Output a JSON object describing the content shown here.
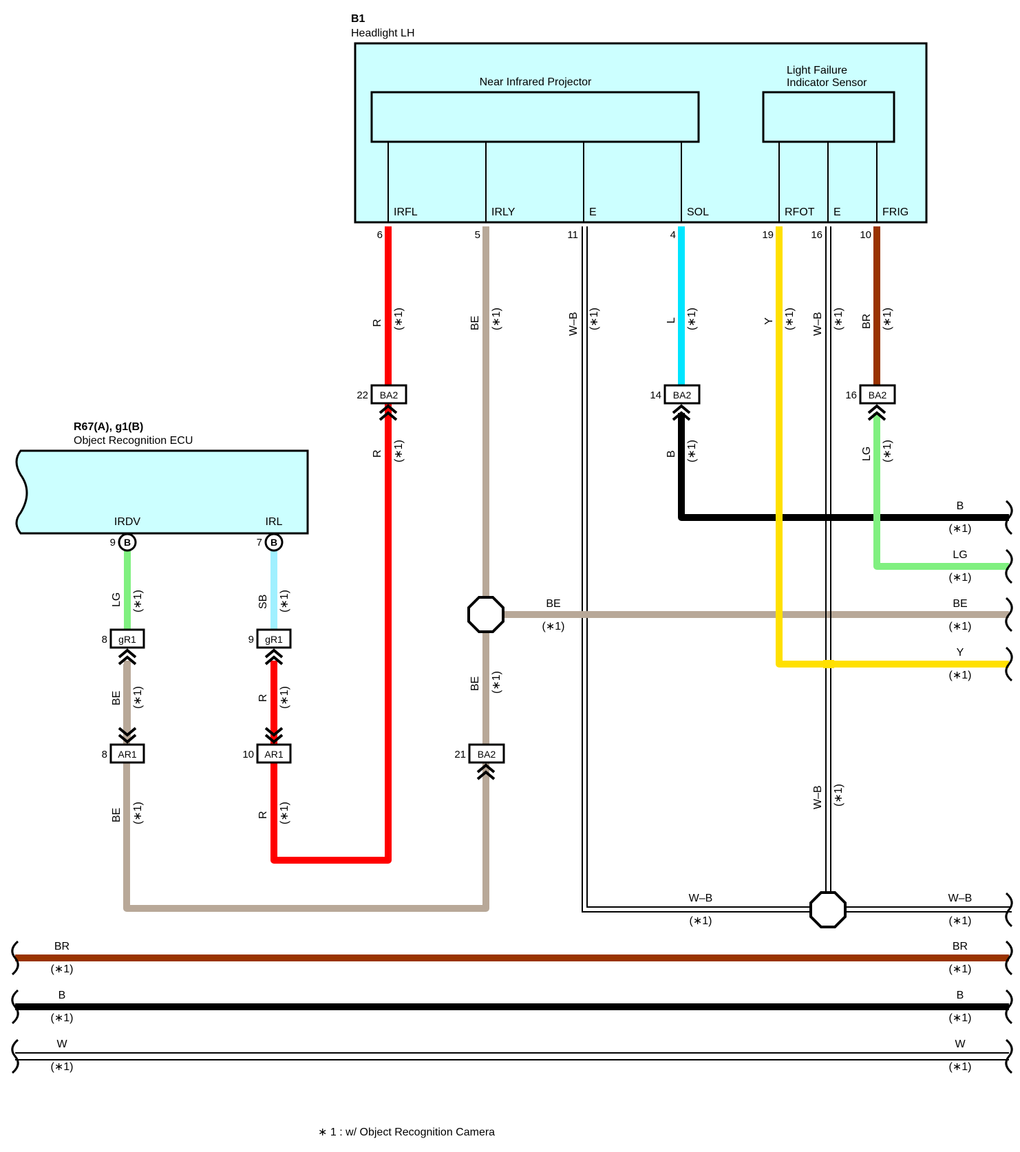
{
  "headlight": {
    "id": "B1",
    "name": "Headlight LH",
    "projector": "Near Infrared Projector",
    "sensor_line1": "Light Failure",
    "sensor_line2": "Indicator Sensor"
  },
  "ecu": {
    "id": "R67(A), g1(B)",
    "name": "Object Recognition ECU"
  },
  "terminals": {
    "irfl": "IRFL",
    "irly": "IRLY",
    "e1": "E",
    "sol": "SOL",
    "rfot": "RFOT",
    "e2": "E",
    "frig": "FRIG",
    "irdv": "IRDV",
    "irl": "IRL"
  },
  "pins": {
    "irfl": "6",
    "irly": "5",
    "e1": "11",
    "sol": "4",
    "rfot": "19",
    "e2": "16",
    "frig": "10",
    "irdv": "9",
    "irl": "7",
    "ba2_22": "22",
    "ba2_14": "14",
    "ba2_16": "16",
    "gr1_8": "8",
    "gr1_9": "9",
    "ar1_8": "8",
    "ar1_10": "10",
    "ba2_21": "21"
  },
  "connectors": {
    "ba2": "BA2",
    "gr1": "gR1",
    "ar1": "AR1",
    "ecu_b": "B"
  },
  "wires": {
    "r": "R",
    "be": "BE",
    "wb": "W–B",
    "l": "L",
    "y": "Y",
    "br": "BR",
    "b": "B",
    "lg": "LG",
    "sb": "SB",
    "w": "W"
  },
  "note_tag": "(∗1)",
  "footnote": "∗ 1 : w/ Object Recognition Camera",
  "colors": {
    "R": "#ff0000",
    "BE": "#b8a898",
    "L": "#00e5ff",
    "Y": "#ffe000",
    "BR": "#993300",
    "B": "#000000",
    "LG": "#80f080",
    "SB": "#a0f0ff",
    "box": "#ccffff"
  }
}
